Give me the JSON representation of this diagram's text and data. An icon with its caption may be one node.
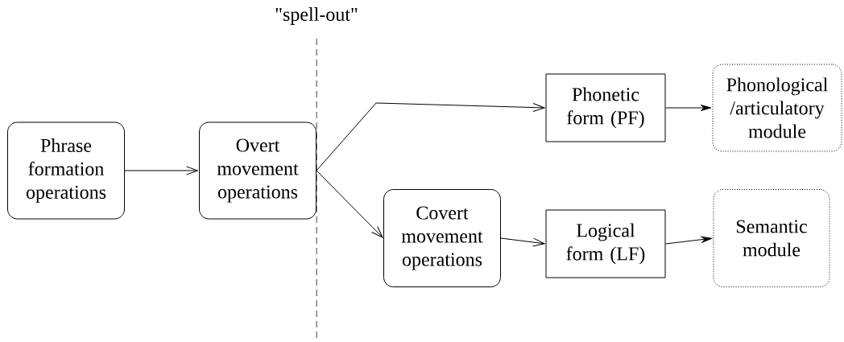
{
  "diagram": {
    "nodes": [
      {
        "text": [
          "Phrase formation operations"
        ]
      },
      {
        "text": [
          "Overt movement operations"
        ]
      },
      {
        "text": [
          "Phonetic form (PF)"
        ]
      },
      {
        "text": [
          "Phonological /articulatory module"
        ]
      },
      {
        "text": [
          "Covert movement operations"
        ]
      },
      {
        "text": [
          "Logical form (LF)"
        ]
      },
      {
        "text": [
          "Semantic module"
        ]
      }
    ],
    "edges": [
      {
        "from": 0,
        "to": 1,
        "arrow": "to"
      },
      {
        "from": 1,
        "to": 2,
        "arrow": "to"
      },
      {
        "from": 1,
        "to": 4,
        "arrow": "to"
      },
      {
        "from": 4,
        "to": 5,
        "arrow": "to"
      },
      {
        "from": 2,
        "to": 3,
        "arrow": "to"
      },
      {
        "from": 5,
        "to": 6,
        "arrow": "to"
      }
    ],
    "labels": [
      "\"spell-out\""
    ]
  }
}
